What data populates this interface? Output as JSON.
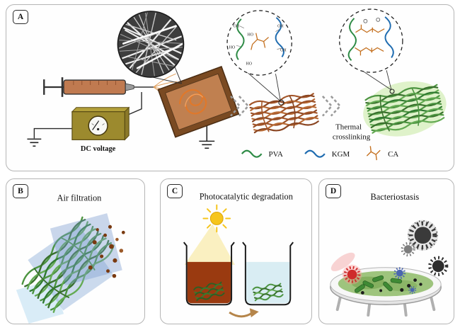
{
  "panel_a": {
    "label": "A",
    "dc_voltage_label": "DC voltage",
    "thermal_crosslinking": {
      "line1": "Thermal",
      "line2": "crosslinking"
    },
    "chem_labels": [
      "OH",
      "HO",
      "HO",
      "OH",
      "OH",
      "HO"
    ],
    "legend": [
      {
        "name": "PVA",
        "color": "#2e8b46"
      },
      {
        "name": "KGM",
        "color": "#1f6cb0"
      },
      {
        "name": "CA",
        "color": "#c4701f"
      }
    ]
  },
  "panel_b": {
    "label": "B",
    "title": "Air filtration"
  },
  "panel_c": {
    "label": "C",
    "title": "Photocatalytic degradation"
  },
  "panel_d": {
    "label": "D",
    "title": "Bacteriostasis"
  },
  "colors": {
    "pva_green": "#2e8b46",
    "kgm_blue": "#1f6cb0",
    "ca_orange": "#c4701f",
    "precrosslinked_mat_brown": "#a3562a",
    "crosslinked_mat_green": "#4c9440",
    "dye_solution_brown": "#9a3a10",
    "clean_solution_blue": "#d9edf3",
    "panel_border_gray": "#b5b5b5"
  }
}
